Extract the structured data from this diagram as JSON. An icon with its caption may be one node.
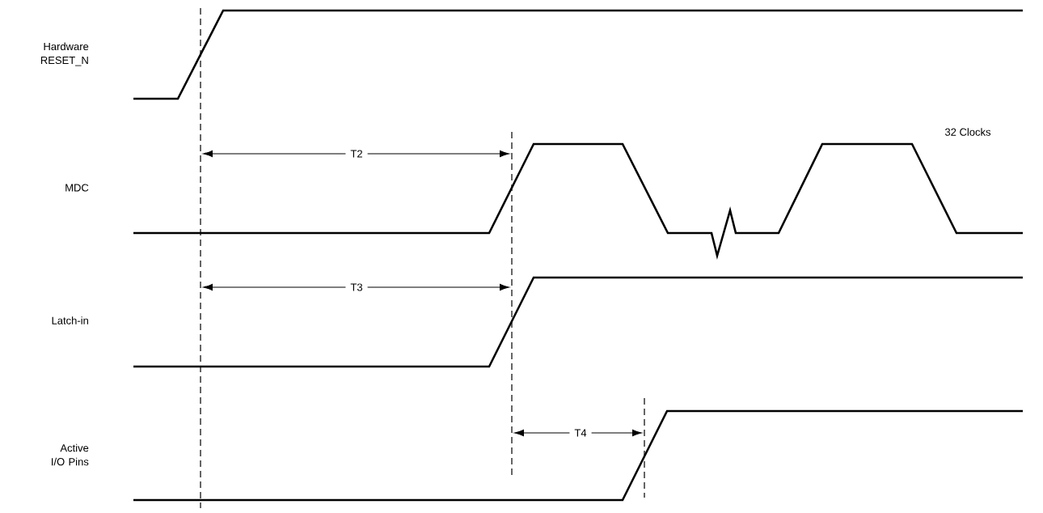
{
  "diagram": {
    "labels": [
      "Hardware RESET_N",
      "MDC",
      "Latch-in",
      "Active I/O Pins",
      "T2",
      "T3",
      "T4",
      "32 Clocks"
    ]
  }
}
